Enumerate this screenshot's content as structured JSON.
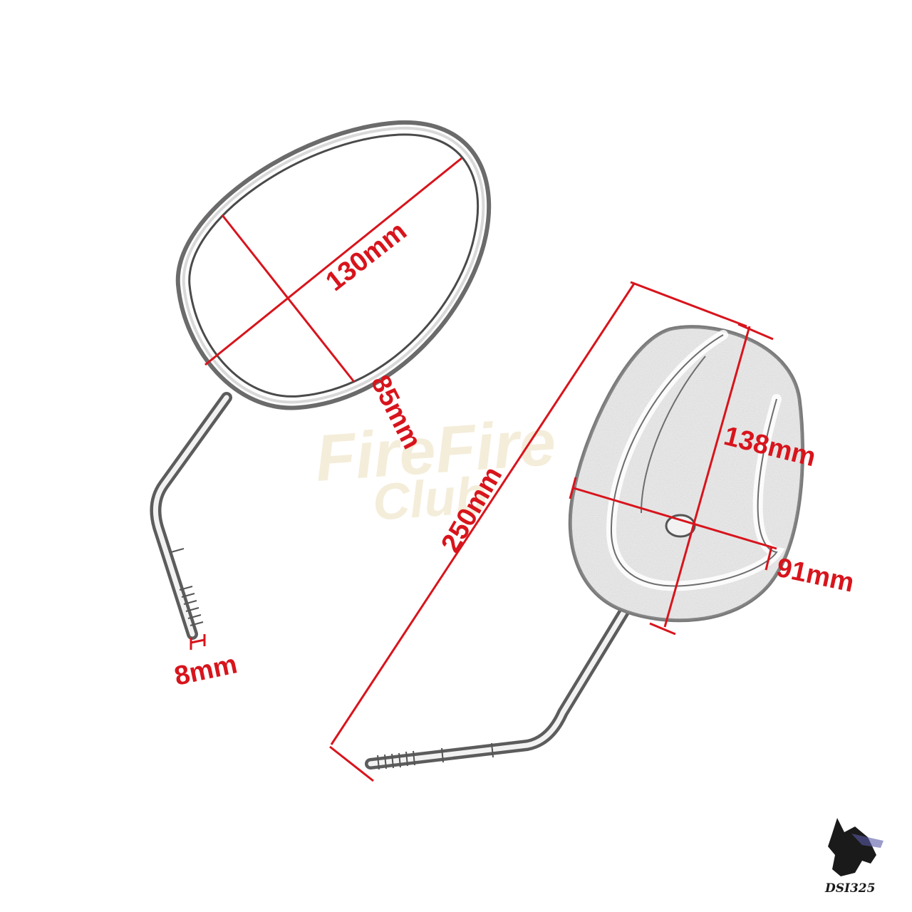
{
  "watermark": {
    "line1": "FireFire",
    "line2": "Club"
  },
  "dimensions": {
    "mirror_length": "130mm",
    "mirror_width": "85mm",
    "stem_diameter": "8mm",
    "total_length": "250mm",
    "housing_length": "138mm",
    "housing_width": "91mm"
  },
  "logo": {
    "text": "DSI325"
  },
  "colors": {
    "dimension": "#d8141c",
    "chrome": "#8a8a8a",
    "background": "#ffffff"
  }
}
